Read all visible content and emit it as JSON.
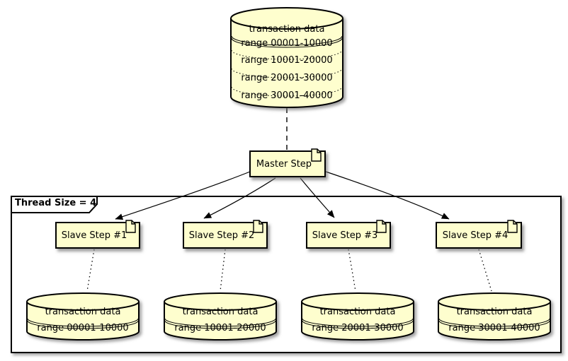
{
  "diagram": {
    "colors": {
      "node_fill": "#FEFECE",
      "node_border": "#000000",
      "background": "#FFFFFF"
    },
    "source_db": {
      "title": "transaction data",
      "rows": [
        "range 00001-10000",
        "range 10001-20000",
        "range 20001-30000",
        "range 30001-40000"
      ]
    },
    "master_step": {
      "label": "Master Step"
    },
    "frame": {
      "label": "Thread Size = 4"
    },
    "slaves": [
      {
        "step_label": "Slave Step #1",
        "db_title": "transaction data",
        "db_range": "range 00001-10000"
      },
      {
        "step_label": "Slave Step #2",
        "db_title": "transaction data",
        "db_range": "range 10001-20000"
      },
      {
        "step_label": "Slave Step #3",
        "db_title": "transaction data",
        "db_range": "range 20001-30000"
      },
      {
        "step_label": "Slave Step #4",
        "db_title": "transaction data",
        "db_range": "range 30001-40000"
      }
    ]
  }
}
